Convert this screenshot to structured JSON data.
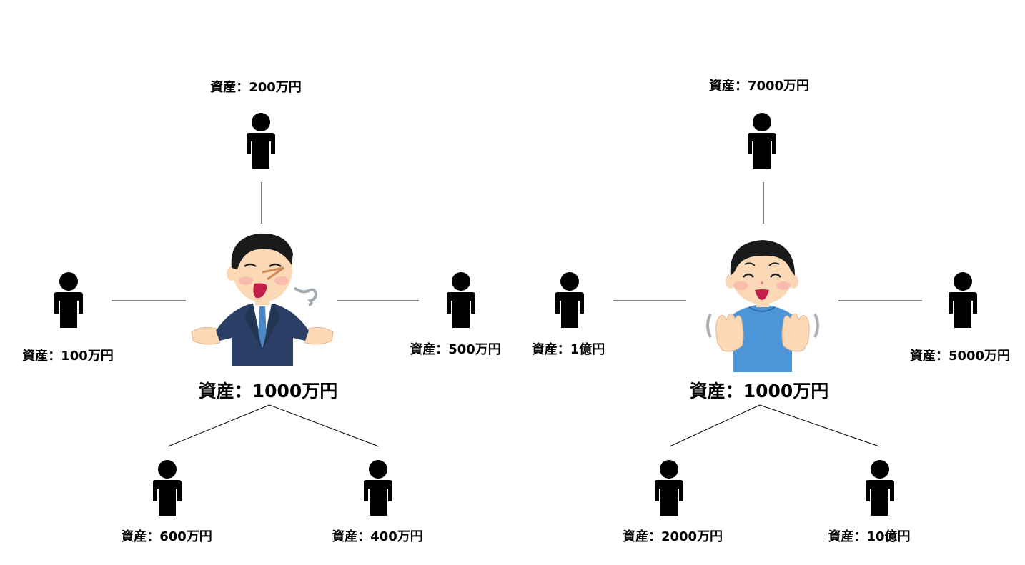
{
  "diagrams": [
    {
      "name": "left-network",
      "center": {
        "character": "boastful-businessman",
        "label": "資産：1000万円"
      },
      "neighbors": [
        {
          "position": "top",
          "label": "資産：200万円"
        },
        {
          "position": "left",
          "label": "資産：100万円"
        },
        {
          "position": "right",
          "label": "資産：500万円"
        },
        {
          "position": "bottom-left",
          "label": "資産：600万円"
        },
        {
          "position": "bottom-right",
          "label": "資産：400万円"
        }
      ]
    },
    {
      "name": "right-network",
      "center": {
        "character": "humble-man",
        "label": "資産：1000万円"
      },
      "neighbors": [
        {
          "position": "top",
          "label": "資産：7000万円"
        },
        {
          "position": "left",
          "label": "資産：1億円"
        },
        {
          "position": "right",
          "label": "資産：5000万円"
        },
        {
          "position": "bottom-left",
          "label": "資産：2000万円"
        },
        {
          "position": "bottom-right",
          "label": "資産：10億円"
        }
      ]
    }
  ],
  "colors": {
    "person_icon": "#000000",
    "suit": "#2b3f66",
    "tie": "#4a86c5",
    "sweater": "#4c95d6",
    "skin": "#fcd9b6",
    "hair": "#1a1a1a",
    "mouth": "#c41e4a"
  }
}
